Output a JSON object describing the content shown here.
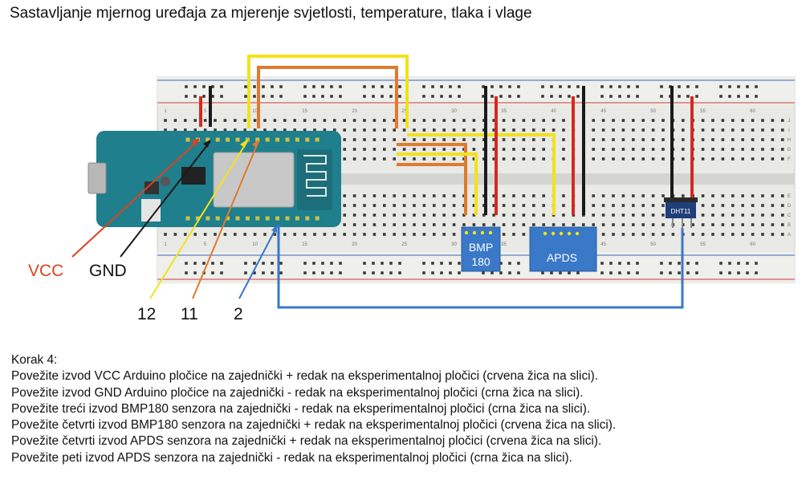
{
  "title": "Sastavljanje mjernog uređaja za mjerenje svjetlosti, temperature, tlaka i vlage",
  "labels": {
    "vcc": "VCC",
    "gnd": "GND",
    "pin12": "12",
    "pin11": "11",
    "pin2": "2"
  },
  "modules": {
    "bmp_line1": "BMP",
    "bmp_line2": "180",
    "apds": "APDS",
    "dht": "DHT11"
  },
  "breadboard": {
    "column_numbers": [
      "1",
      "5",
      "10",
      "15",
      "20",
      "25",
      "30",
      "35",
      "40",
      "45",
      "50",
      "55",
      "60"
    ],
    "row_letters_top": [
      "J",
      "I",
      "H",
      "G",
      "F"
    ],
    "row_letters_bottom": [
      "E",
      "D",
      "C",
      "B",
      "A"
    ]
  },
  "colors": {
    "vcc_label": "#d9431e",
    "wire_red": "#d42a20",
    "wire_black": "#1a1a1a",
    "wire_yellow": "#f2e21b",
    "wire_orange": "#e07a2c",
    "wire_blue": "#3a78c8",
    "board_teal": "#1f7f8c",
    "module_blue": "#3a78c8"
  },
  "step": {
    "heading": "Korak 4:",
    "lines": [
      "Povežite izvod VCC Arduino pločice na zajednički + redak na eksperimentalnoj pločici (crvena žica na slici).",
      "Povežite izvod GND Arduino pločice na zajednički - redak na eksperimentalnoj pločici (crna žica na slici).",
      "Povežite treći izvod BMP180 senzora na zajednički - redak na eksperimentalnoj pločici (crna žica na slici).",
      "Povežite četvrti izvod BMP180 senzora na zajednički + redak na eksperimentalnoj pločici (crvena žica na slici).",
      "Povežite četvrti izvod APDS senzora na zajednički + redak na eksperimentalnoj pločici (crvena žica na slici).",
      "Povežite peti izvod APDS senzora na zajednički - redak na eksperimentalnoj pločici (crna žica na slici)."
    ]
  }
}
